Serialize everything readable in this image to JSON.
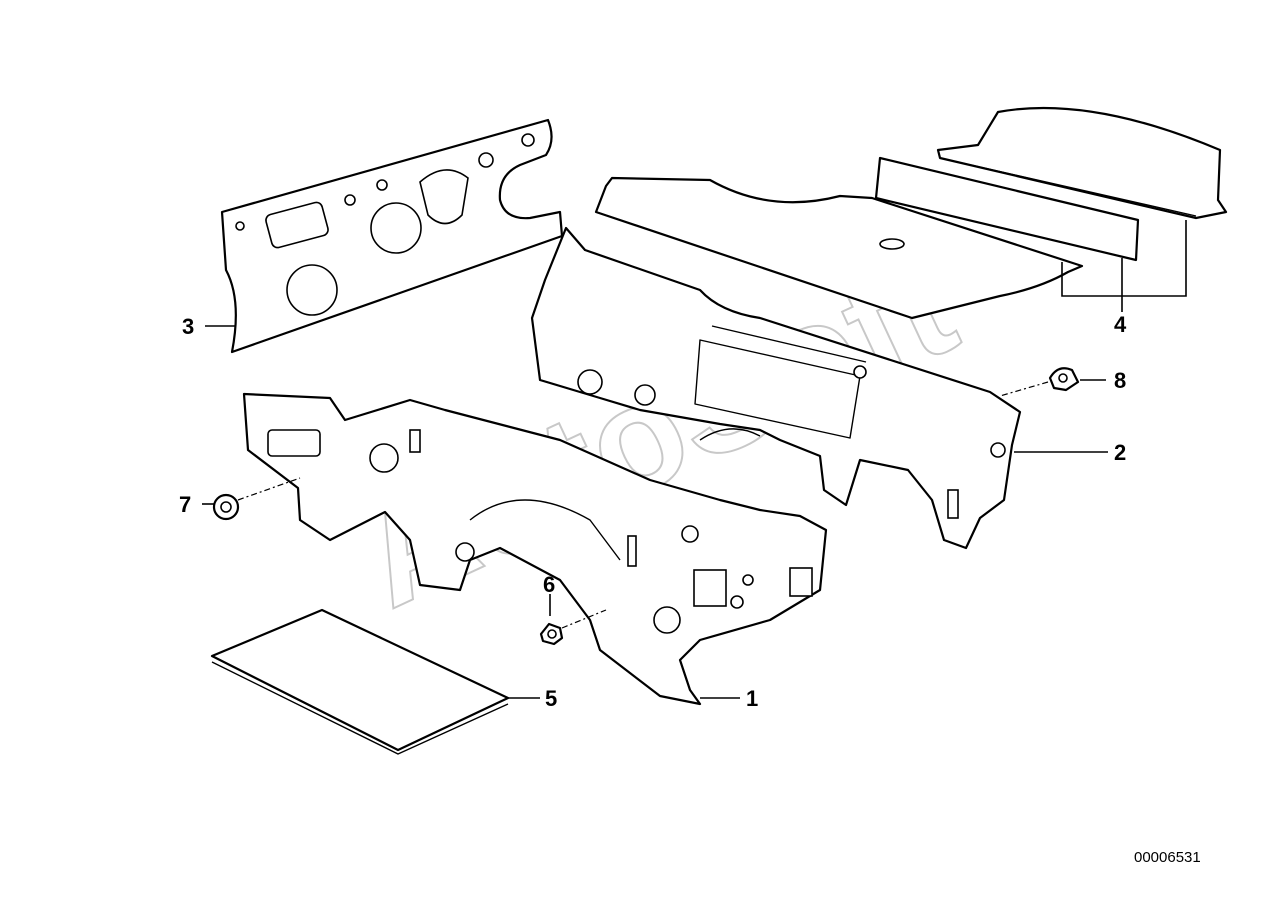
{
  "watermark": "AutoSoft",
  "document_number": "00006531",
  "callouts": {
    "c1": "1",
    "c2": "2",
    "c3": "3",
    "c4": "4",
    "c5": "5",
    "c6": "6",
    "c7": "7",
    "c8": "8"
  },
  "colors": {
    "line": "#000000",
    "watermark": "#bbbbbb",
    "background": "#ffffff"
  }
}
